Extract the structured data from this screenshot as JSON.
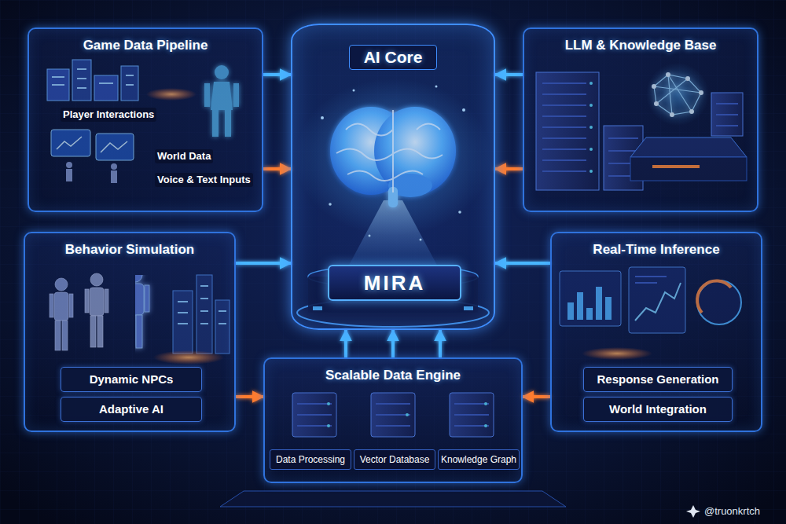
{
  "diagram": {
    "nodes": [
      {
        "text": [
          "Game Data Pipeline",
          "Player Interactions",
          "World Data",
          "Voice & Text Inputs"
        ]
      },
      {
        "text": [
          "AI Core"
        ]
      },
      {
        "text": [
          "MIRA"
        ],
        "in": 1
      },
      {
        "text": [
          "LLM & Knowledge Base"
        ]
      },
      {
        "text": [
          "Behavior Simulation"
        ]
      },
      {
        "text": [
          "Dynamic NPCs"
        ],
        "in": 4
      },
      {
        "text": [
          "Adaptive AI"
        ],
        "in": 4
      },
      {
        "text": [
          "Real-Time Inference"
        ]
      },
      {
        "text": [
          "Response Generation"
        ],
        "in": 7
      },
      {
        "text": [
          "World Integration"
        ],
        "in": 7
      },
      {
        "text": [
          "Scalable Data Engine"
        ]
      },
      {
        "text": [
          "Data Processing"
        ],
        "in": 10
      },
      {
        "text": [
          "Vector Database"
        ],
        "in": 10
      },
      {
        "text": [
          "Knowledge Graph"
        ],
        "in": 10
      }
    ],
    "edges": [
      {
        "from": 0,
        "to": 1,
        "arrow": "to"
      },
      {
        "from": 0,
        "to": 1,
        "arrow": "to"
      },
      {
        "from": 3,
        "to": 1,
        "arrow": "to"
      },
      {
        "from": 3,
        "to": 1,
        "arrow": "to"
      },
      {
        "from": 4,
        "to": 1,
        "arrow": "to"
      },
      {
        "from": 7,
        "to": 1,
        "arrow": "to"
      },
      {
        "from": 4,
        "to": 10,
        "arrow": "to"
      },
      {
        "from": 7,
        "to": 10,
        "arrow": "to"
      },
      {
        "from": 10,
        "to": 1,
        "arrow": "to"
      },
      {
        "from": 10,
        "to": 1,
        "arrow": "to"
      },
      {
        "from": 10,
        "to": 1,
        "arrow": "to"
      }
    ],
    "labels": [
      "@truonkrtch"
    ]
  }
}
